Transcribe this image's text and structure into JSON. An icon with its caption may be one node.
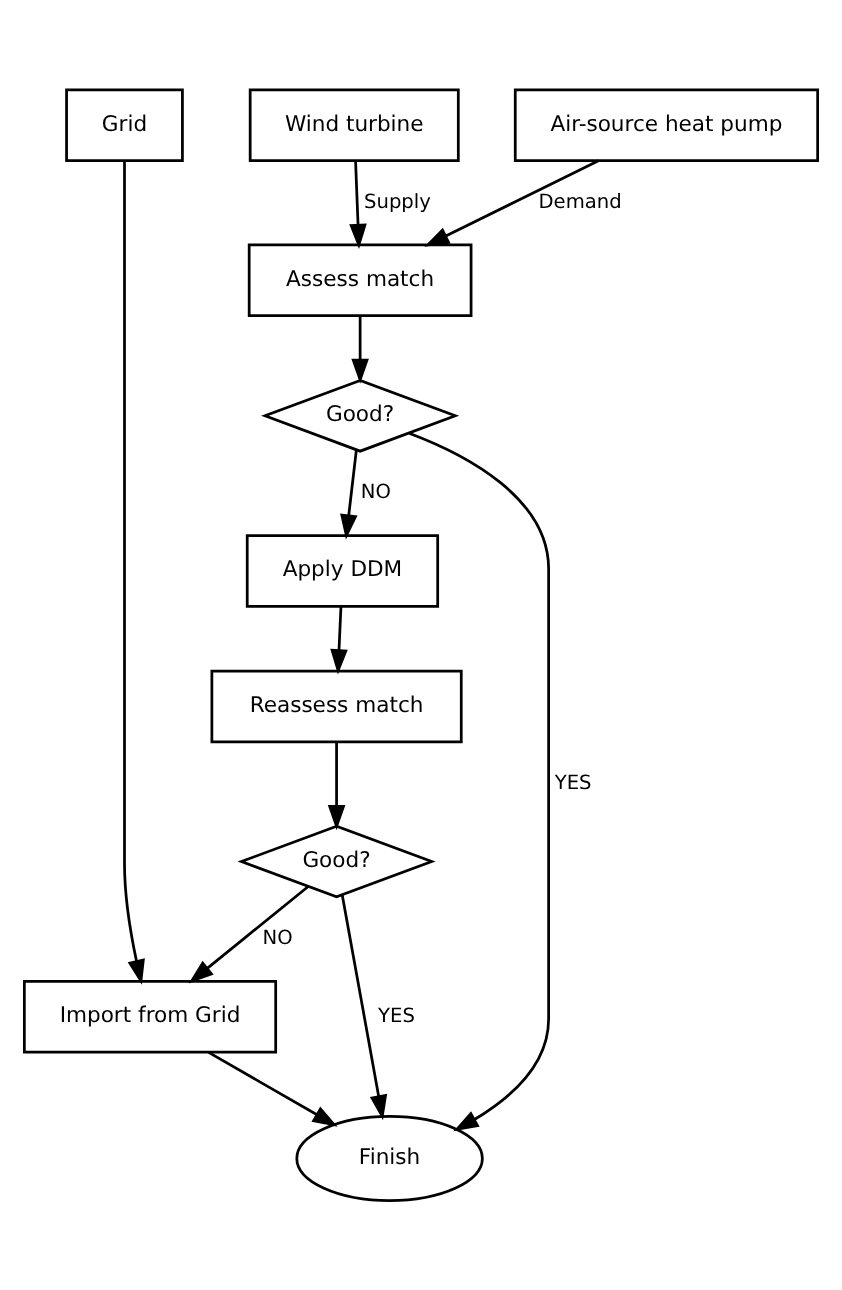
{
  "diagram": {
    "nodes": [
      {
        "text": [
          "Grid"
        ]
      },
      {
        "text": [
          "Wind turbine"
        ]
      },
      {
        "text": [
          "Air-source heat pump"
        ]
      },
      {
        "text": [
          "Assess match"
        ]
      },
      {
        "text": [
          "Good?"
        ]
      },
      {
        "text": [
          "Apply DDM"
        ]
      },
      {
        "text": [
          "Reassess match"
        ]
      },
      {
        "text": [
          "Good?"
        ]
      },
      {
        "text": [
          "Import from Grid"
        ]
      },
      {
        "text": [
          "Finish"
        ]
      }
    ],
    "edges": [
      {
        "from": 1,
        "to": 3,
        "label": "Supply",
        "arrow": "to"
      },
      {
        "from": 2,
        "to": 3,
        "label": "Demand",
        "arrow": "to"
      },
      {
        "from": 3,
        "to": 4,
        "arrow": "to"
      },
      {
        "from": 4,
        "to": 9,
        "label": "YES",
        "arrow": "to"
      },
      {
        "from": 4,
        "to": 5,
        "label": "NO",
        "arrow": "to"
      },
      {
        "from": 5,
        "to": 6,
        "arrow": "to"
      },
      {
        "from": 6,
        "to": 7,
        "arrow": "to"
      },
      {
        "from": 7,
        "to": 9,
        "label": "YES",
        "arrow": "to"
      },
      {
        "from": 7,
        "to": 8,
        "label": "NO",
        "arrow": "to"
      },
      {
        "from": 0,
        "to": 8,
        "arrow": "to"
      },
      {
        "from": 8,
        "to": 9,
        "arrow": "to"
      }
    ]
  }
}
